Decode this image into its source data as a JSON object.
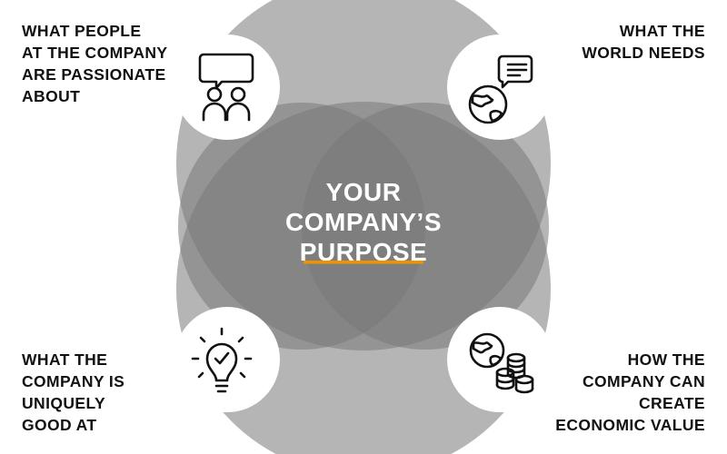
{
  "center_title": {
    "lines": [
      "YOUR",
      "COMPANY’S",
      "PURPOSE"
    ]
  },
  "labels": {
    "top_left": [
      "WHAT PEOPLE",
      "AT THE COMPANY",
      "ARE PASSIONATE",
      "ABOUT"
    ],
    "top_right": [
      "WHAT THE",
      "WORLD NEEDS"
    ],
    "bottom_left": [
      "WHAT THE",
      "COMPANY IS",
      "UNIQUELY",
      "GOOD AT"
    ],
    "bottom_right": [
      "HOW THE",
      "COMPANY CAN",
      "CREATE",
      "ECONOMIC VALUE"
    ]
  },
  "icons": {
    "top_left": "people-speech-bubble-icon",
    "top_right": "globe-chat-icon",
    "bottom_left": "lightbulb-check-icon",
    "bottom_right": "globe-coins-icon"
  },
  "colors": {
    "petal": "#787878",
    "accent": "#f29200",
    "title": "#ffffff",
    "label": "#111111"
  }
}
